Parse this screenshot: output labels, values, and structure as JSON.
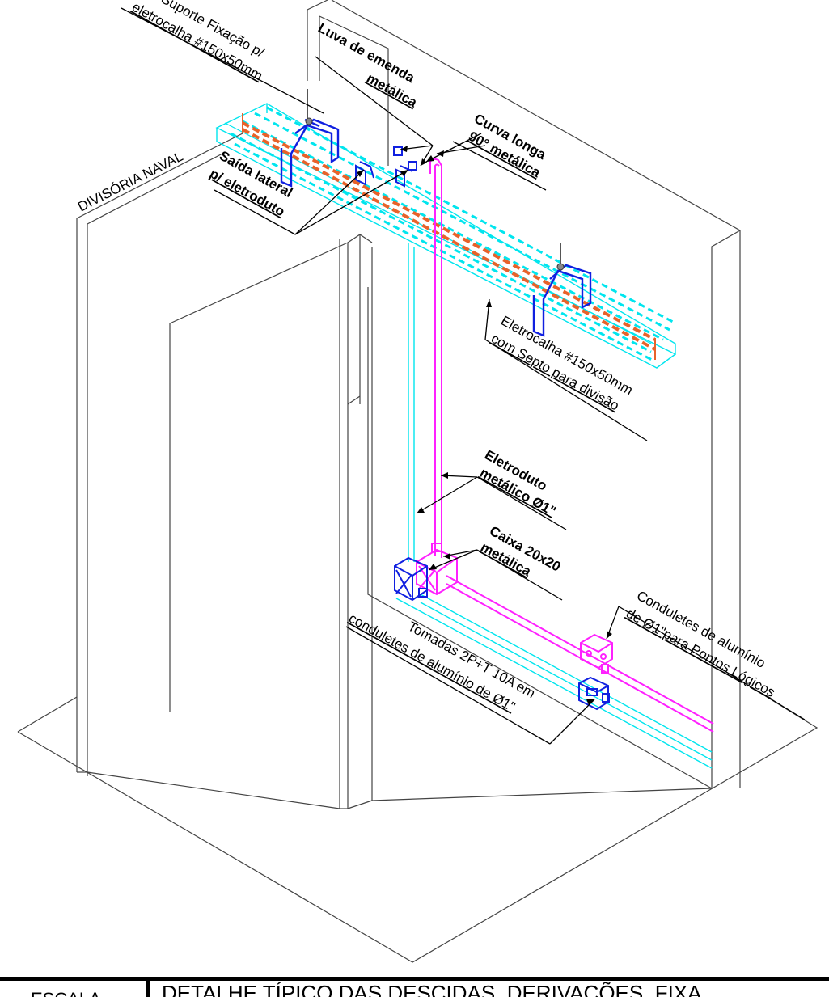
{
  "labels": {
    "suporte_1": "Suporte Fixação p/",
    "suporte_2": "eletrocalha #150x50mm",
    "luva_1": "Luva de emenda",
    "luva_2": "metálica",
    "curva_1": "Curva longa",
    "curva_2": "90° metálica",
    "divisoria": "DIVISÓRIA NAVAL",
    "saida_1": "Saída lateral",
    "saida_2": "p/ eletroduto",
    "eletrocalha_1": "Eletrocalha #150x50mm",
    "eletrocalha_2": "com Septo para divisão",
    "eletroduto_1": "Eletroduto",
    "eletroduto_2": "metálico Ø1\"",
    "caixa_1": "Caixa 20x20",
    "caixa_2": "metálica",
    "condulete_1": "Conduletes de alumínio",
    "condulete_2": "de Ø1\"para Pontos Lógicos",
    "tomada_1": "Tomadas 2P+T 10A em",
    "tomada_2": "conduletes de alumínio de Ø1\""
  },
  "title_block": {
    "scale_label": "ESCALA",
    "title": "DETALHE TÍPICO DAS DESCIDAS, DERIVAÇÕES, FIXA"
  },
  "colors": {
    "tray": "#00e5ee",
    "septum": "#e8622a",
    "support": "#1020e0",
    "conduit": "#ff20ff",
    "walls": "#000000"
  }
}
